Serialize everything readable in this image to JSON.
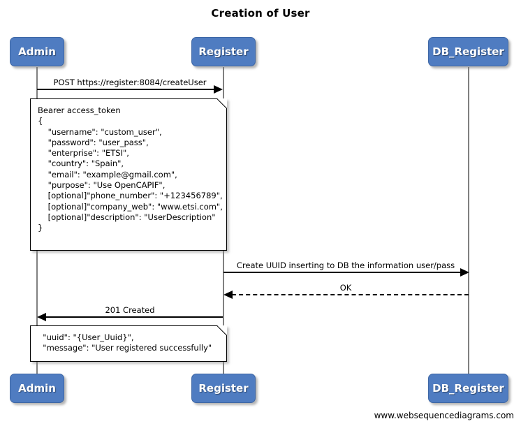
{
  "diagram": {
    "title": "Creation of User",
    "watermark": "www.websequencediagrams.com",
    "accent_color": "#4f7cc1",
    "lifeline_color": "#808080",
    "text_color": "#000000"
  },
  "participants": [
    {
      "id": "admin",
      "label": "Admin"
    },
    {
      "id": "register",
      "label": "Register"
    },
    {
      "id": "db_register",
      "label": "DB_Register"
    }
  ],
  "messages": [
    {
      "id": "post-create-user",
      "label": "POST https://register:8084/createUser",
      "from": "admin",
      "to": "register",
      "style": "solid",
      "direction": "right"
    },
    {
      "id": "create-uuid",
      "label": "Create UUID inserting to DB the information user/pass",
      "from": "register",
      "to": "db_register",
      "style": "solid",
      "direction": "right"
    },
    {
      "id": "ok",
      "label": "OK",
      "from": "db_register",
      "to": "register",
      "style": "dashed",
      "direction": "left"
    },
    {
      "id": "201-created",
      "label": "201 Created",
      "from": "register",
      "to": "admin",
      "style": "solid",
      "direction": "left"
    }
  ],
  "notes": [
    {
      "id": "request-payload-note",
      "text": "Bearer access_token\n{\n    \"username\": \"custom_user\",\n    \"password\": \"user_pass\",\n    \"enterprise\": \"ETSI\",\n    \"country\": \"Spain\",\n    \"email\": \"example@gmail.com\",\n    \"purpose\": \"Use OpenCAPIF\",\n    [optional]\"phone_number\": \"+123456789\",\n    [optional]\"company_web\": \"www.etsi.com\",\n    [optional]\"description\": \"UserDescription\"\n}"
    },
    {
      "id": "response-payload-note",
      "text": "  \"uuid\": \"{User_Uuid}\",\n  \"message\": \"User registered successfully\""
    }
  ]
}
